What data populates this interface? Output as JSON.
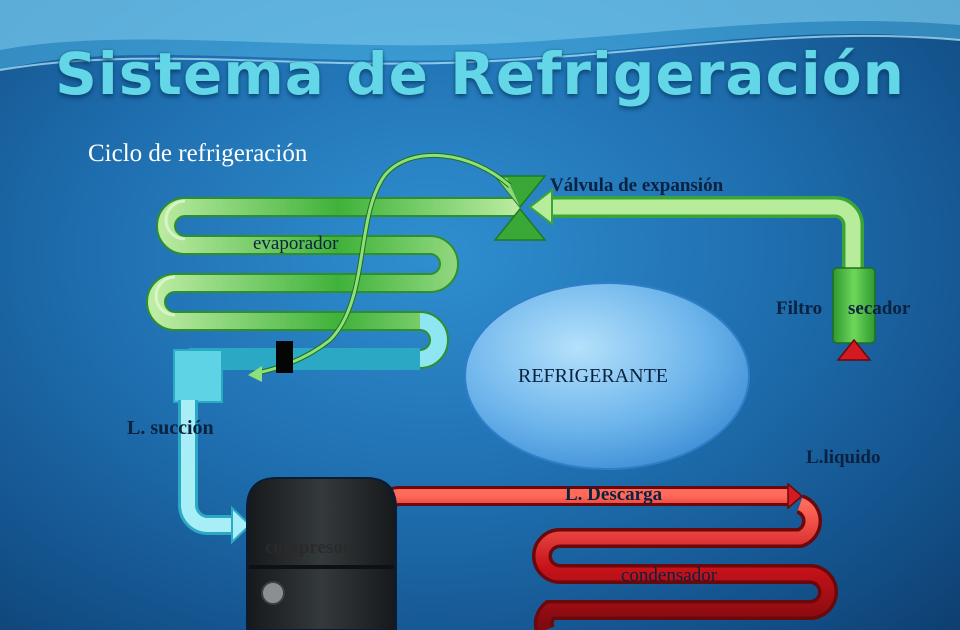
{
  "title": "Sistema de Refrigeración",
  "subtitle": "Ciclo de refrigeración",
  "labels": {
    "valvula": "Válvula de expansión",
    "evaporador": "evaporador",
    "filtro_1": "Filtro",
    "filtro_2": "secador",
    "refrigerante": "REFRIGERANTE",
    "succion": "L. succión",
    "liquido": "L.liquido",
    "descarga": "L. Descarga",
    "compresor": "compresor",
    "condensador": "condensador"
  },
  "colors": {
    "green_pipe": "#5cc24a",
    "light_green": "#c9f0b2",
    "cyan_pipe": "#7fe3f0",
    "red_pipe": "#c8121a",
    "compressor": "#222628",
    "filter": "#3fae3a",
    "ellipse": "#7fc6f0"
  }
}
